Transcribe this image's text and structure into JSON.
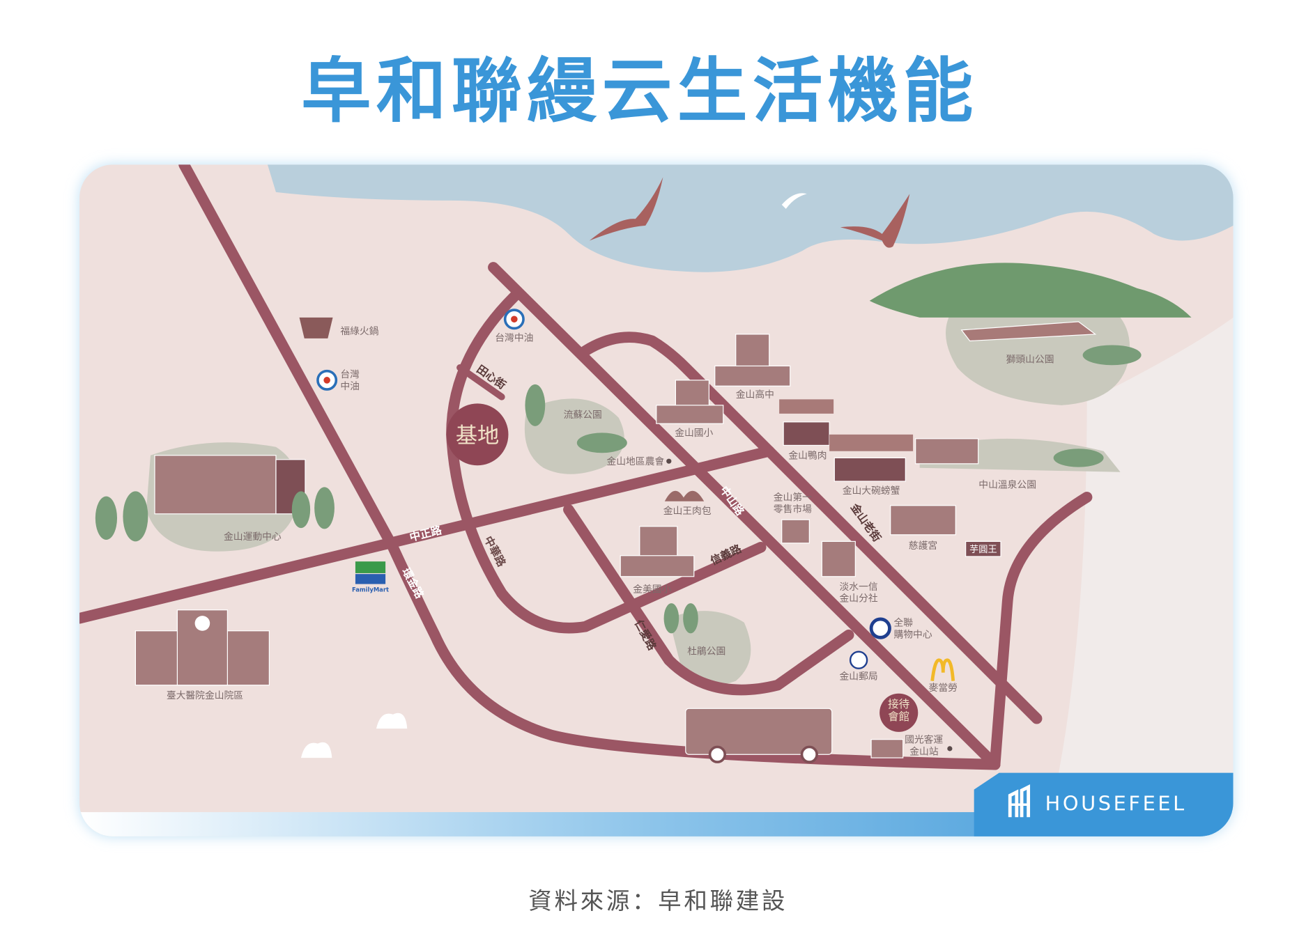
{
  "title": "皁和聯縵云生活機能",
  "source": "資料來源：皁和聯建設",
  "brand": {
    "name": "HOUSEFEEL",
    "color": "#3a96d8"
  },
  "colors": {
    "road": "#9b5664",
    "ground": "#efe0dd",
    "sea": "#b9cfdc",
    "park": "#c9c9bd",
    "site": "#8f4655"
  },
  "site": {
    "label": "基地"
  },
  "reception": {
    "label": "接待會館"
  },
  "roads": {
    "zhongzheng": "中正路",
    "huanjin": "環金路",
    "zhonghua": "中華路",
    "zhongshan": "中山路",
    "jinshan_old_street": "金山老街",
    "xinyi": "信義路",
    "renai": "仁愛路",
    "tianxin": "田心街"
  },
  "places": {
    "fulu_hotpot": "福綠火鍋",
    "cpc_1": "台灣中油",
    "cpc_2_line1": "台灣",
    "cpc_2_line2": "中油",
    "liusu_park": "流蘇公園",
    "farmers_assoc": "金山地區農會",
    "jinshan_elem": "金山國小",
    "jinshan_high": "金山高中",
    "duck": "金山鴨肉",
    "crab": "金山大碗螃蟹",
    "market_line1": "金山第一",
    "market_line2": "零售市場",
    "bun": "金山王肉包",
    "jinmei_elem": "金美國小",
    "cihu_temple": "慈護宮",
    "taro": "芋圓王",
    "bank_line1": "淡水一信",
    "bank_line2": "金山分社",
    "shitoushan_park": "獅頭山公園",
    "hotspring_park": "中山溫泉公園",
    "sports_center": "金山運動中心",
    "hospital": "臺大醫院金山院區",
    "familymart": "FamilyMart",
    "pxmart_line1": "全聯",
    "pxmart_line2": "購物中心",
    "post_office": "金山郵局",
    "mcdonalds": "麥當勞",
    "dujuan_park": "杜鵑公園",
    "bus_line1": "國光客運",
    "bus_line2": "金山站"
  }
}
